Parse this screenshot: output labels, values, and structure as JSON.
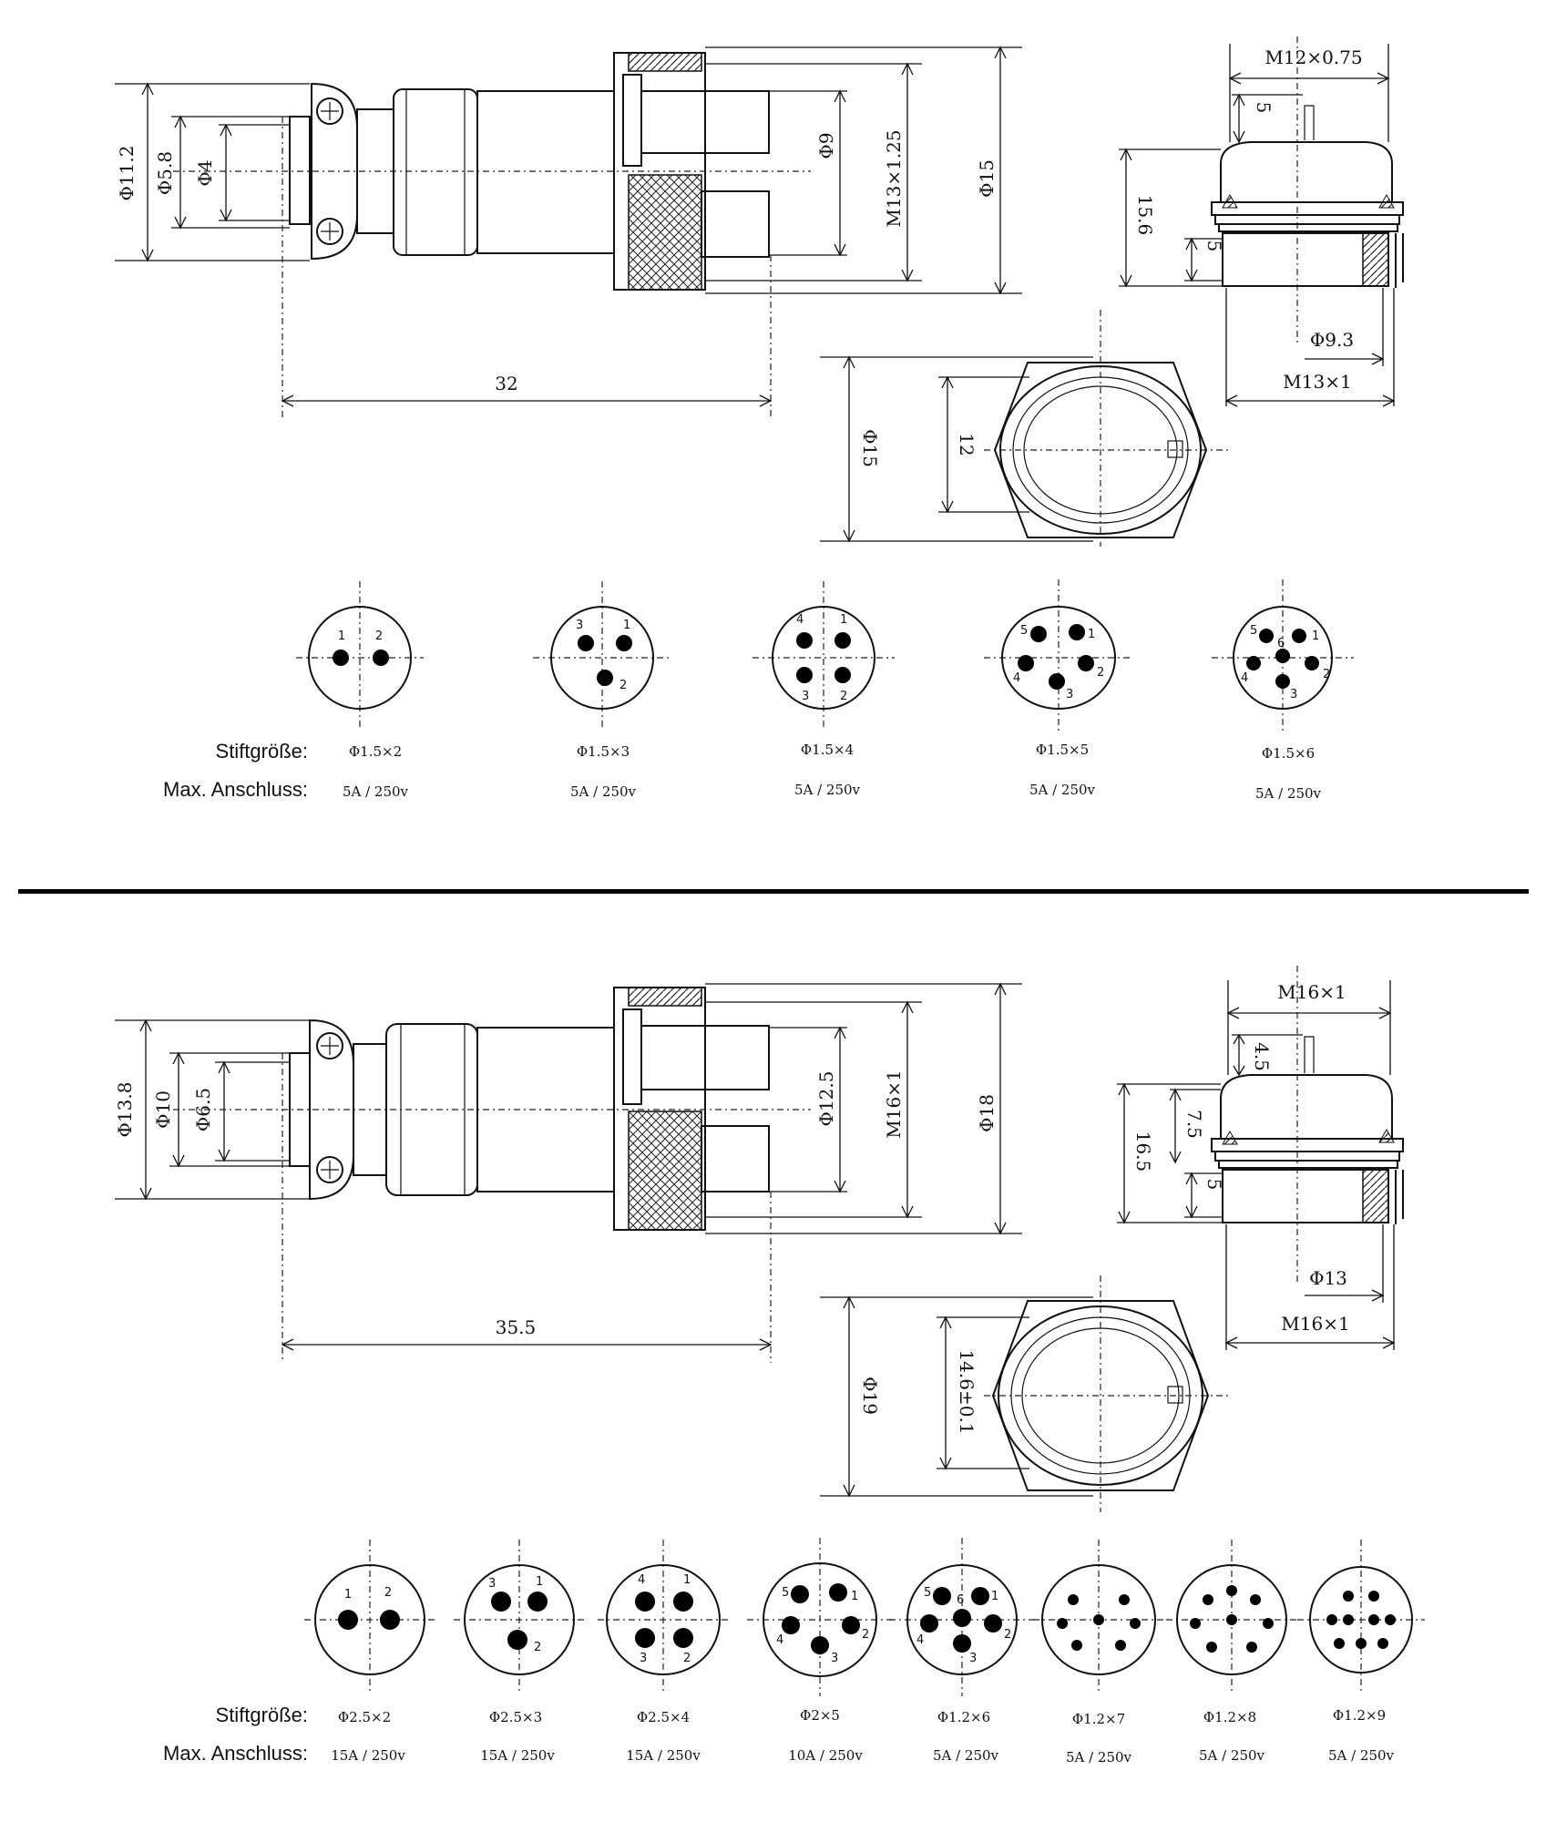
{
  "labels": {
    "stift": "Stiftgröße:",
    "anschluss": "Max. Anschluss:"
  },
  "top": {
    "dims": {
      "d112": "Φ11.2",
      "d58": "Φ5.8",
      "d4": "Φ4",
      "d9": "Φ9",
      "m1325": "M13×1.25",
      "d15a": "Φ15",
      "len": "32",
      "m12": "M12×0.75",
      "five1": "5",
      "h156": "15.6",
      "five2": "5",
      "d93": "Φ9.3",
      "m131": "M13×1",
      "d15b": "Φ15",
      "w12": "12"
    },
    "connectors": [
      {
        "size": "Φ1.5×2",
        "current": "5A / 250v"
      },
      {
        "size": "Φ1.5×3",
        "current": "5A / 250v"
      },
      {
        "size": "Φ1.5×4",
        "current": "5A / 250v"
      },
      {
        "size": "Φ1.5×5",
        "current": "5A / 250v"
      },
      {
        "size": "Φ1.5×6",
        "current": "5A / 250v"
      }
    ]
  },
  "bottom": {
    "dims": {
      "d138": "Φ13.8",
      "d10": "Φ10",
      "d65": "Φ6.5",
      "d125": "Φ12.5",
      "m161a": "M16×1",
      "d18": "Φ18",
      "len": "35.5",
      "m161b": "M16×1",
      "f45": "4.5",
      "f75": "7.5",
      "h165": "16.5",
      "five": "5",
      "d13": "Φ13",
      "m161c": "M16×1",
      "d19": "Φ19",
      "w146": "14.6±0.1"
    },
    "connectors": [
      {
        "size": "Φ2.5×2",
        "current": "15A / 250v"
      },
      {
        "size": "Φ2.5×3",
        "current": "15A / 250v"
      },
      {
        "size": "Φ2.5×4",
        "current": "15A / 250v"
      },
      {
        "size": "Φ2×5",
        "current": "10A / 250v"
      },
      {
        "size": "Φ1.2×6",
        "current": "5A / 250v"
      },
      {
        "size": "Φ1.2×7",
        "current": "5A / 250v"
      },
      {
        "size": "Φ1.2×8",
        "current": "5A / 250v"
      },
      {
        "size": "Φ1.2×9",
        "current": "5A / 250v"
      }
    ]
  }
}
